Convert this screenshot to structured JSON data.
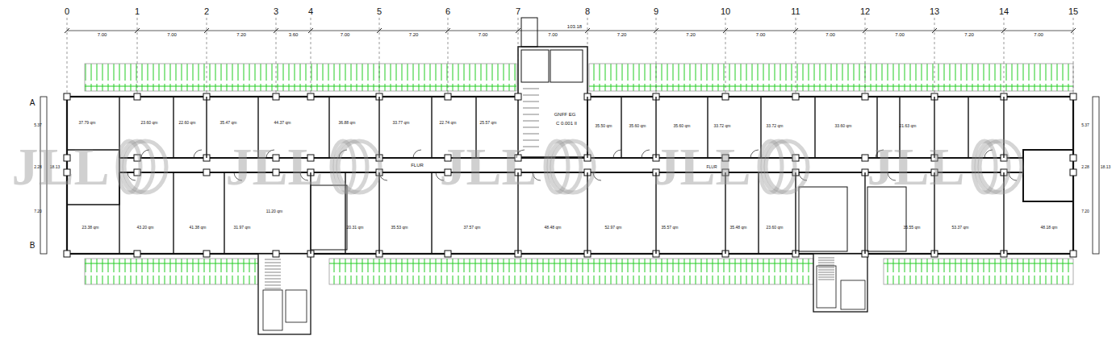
{
  "diagram": {
    "labels": [
      "0",
      "1",
      "2",
      "3",
      "4",
      "5",
      "6",
      "7",
      "8",
      "9",
      "10",
      "11",
      "12",
      "13",
      "14",
      "15",
      "7.00",
      "7.00",
      "7.20",
      "3.60",
      "7.00",
      "7.20",
      "7.00",
      "7.00",
      "7.20",
      "7.20",
      "7.00",
      "7.00",
      "7.00",
      "7.20",
      "7.00",
      "103.18",
      "A",
      "B",
      "5.37",
      "2.28",
      "18.13",
      "7.20",
      "5.37",
      "2.28",
      "18.13",
      "7.20",
      "FLUR",
      "FLUR",
      "GNFF EG",
      "C 0.001 II",
      "JLL",
      "JLL",
      "JLL",
      "JLL",
      "JLL",
      "37.79 qm",
      "23.60 qm",
      "22.60 qm",
      "35.47 qm",
      "44.37 qm",
      "36.88 qm",
      "33.77 qm",
      "22.74 qm",
      "25.57 qm",
      "35.50 qm",
      "35.60 qm",
      "35.60 qm",
      "33.72 qm",
      "33.72 qm",
      "33.60 qm",
      "21.63 qm",
      "23.38 qm",
      "43.20 qm",
      "41.38 qm",
      "31.97 qm",
      "11.20 qm",
      "20.31 qm",
      "35.53 qm",
      "37.57 qm",
      "48.48 qm",
      "52.97 qm",
      "35.57 qm",
      "35.48 qm",
      "23.60 qm",
      "35.55 qm",
      "53.37 qm",
      "48.18 qm"
    ]
  }
}
